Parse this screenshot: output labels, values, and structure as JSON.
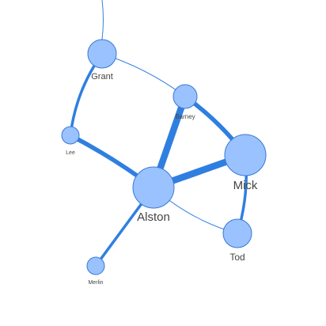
{
  "graph": {
    "node_color": "#99c2ff",
    "node_stroke": "#3a78d6",
    "edge_color": "#2f7fe0",
    "nodes": [
      {
        "id": "Grant",
        "label": "Grant",
        "size": "medium"
      },
      {
        "id": "Barney",
        "label": "Barney",
        "size": "small"
      },
      {
        "id": "Lee",
        "label": "Lee",
        "size": "tiny"
      },
      {
        "id": "Alston",
        "label": "Alston",
        "size": "large"
      },
      {
        "id": "Mick",
        "label": "Mick",
        "size": "large"
      },
      {
        "id": "Tod",
        "label": "Tod",
        "size": "medium"
      },
      {
        "id": "Merlin",
        "label": "Merlin",
        "size": "tiny"
      }
    ],
    "edges": [
      {
        "source": "Grant",
        "target": "Barney",
        "weight": "thin"
      },
      {
        "source": "Grant",
        "target": "Lee",
        "weight": "medium"
      },
      {
        "source": "Lee",
        "target": "Alston",
        "weight": "thick"
      },
      {
        "source": "Barney",
        "target": "Alston",
        "weight": "very-thick"
      },
      {
        "source": "Barney",
        "target": "Mick",
        "weight": "thick"
      },
      {
        "source": "Alston",
        "target": "Mick",
        "weight": "very-thick"
      },
      {
        "source": "Alston",
        "target": "Tod",
        "weight": "thin"
      },
      {
        "source": "Mick",
        "target": "Tod",
        "weight": "medium"
      },
      {
        "source": "Alston",
        "target": "Merlin",
        "weight": "medium"
      }
    ]
  }
}
